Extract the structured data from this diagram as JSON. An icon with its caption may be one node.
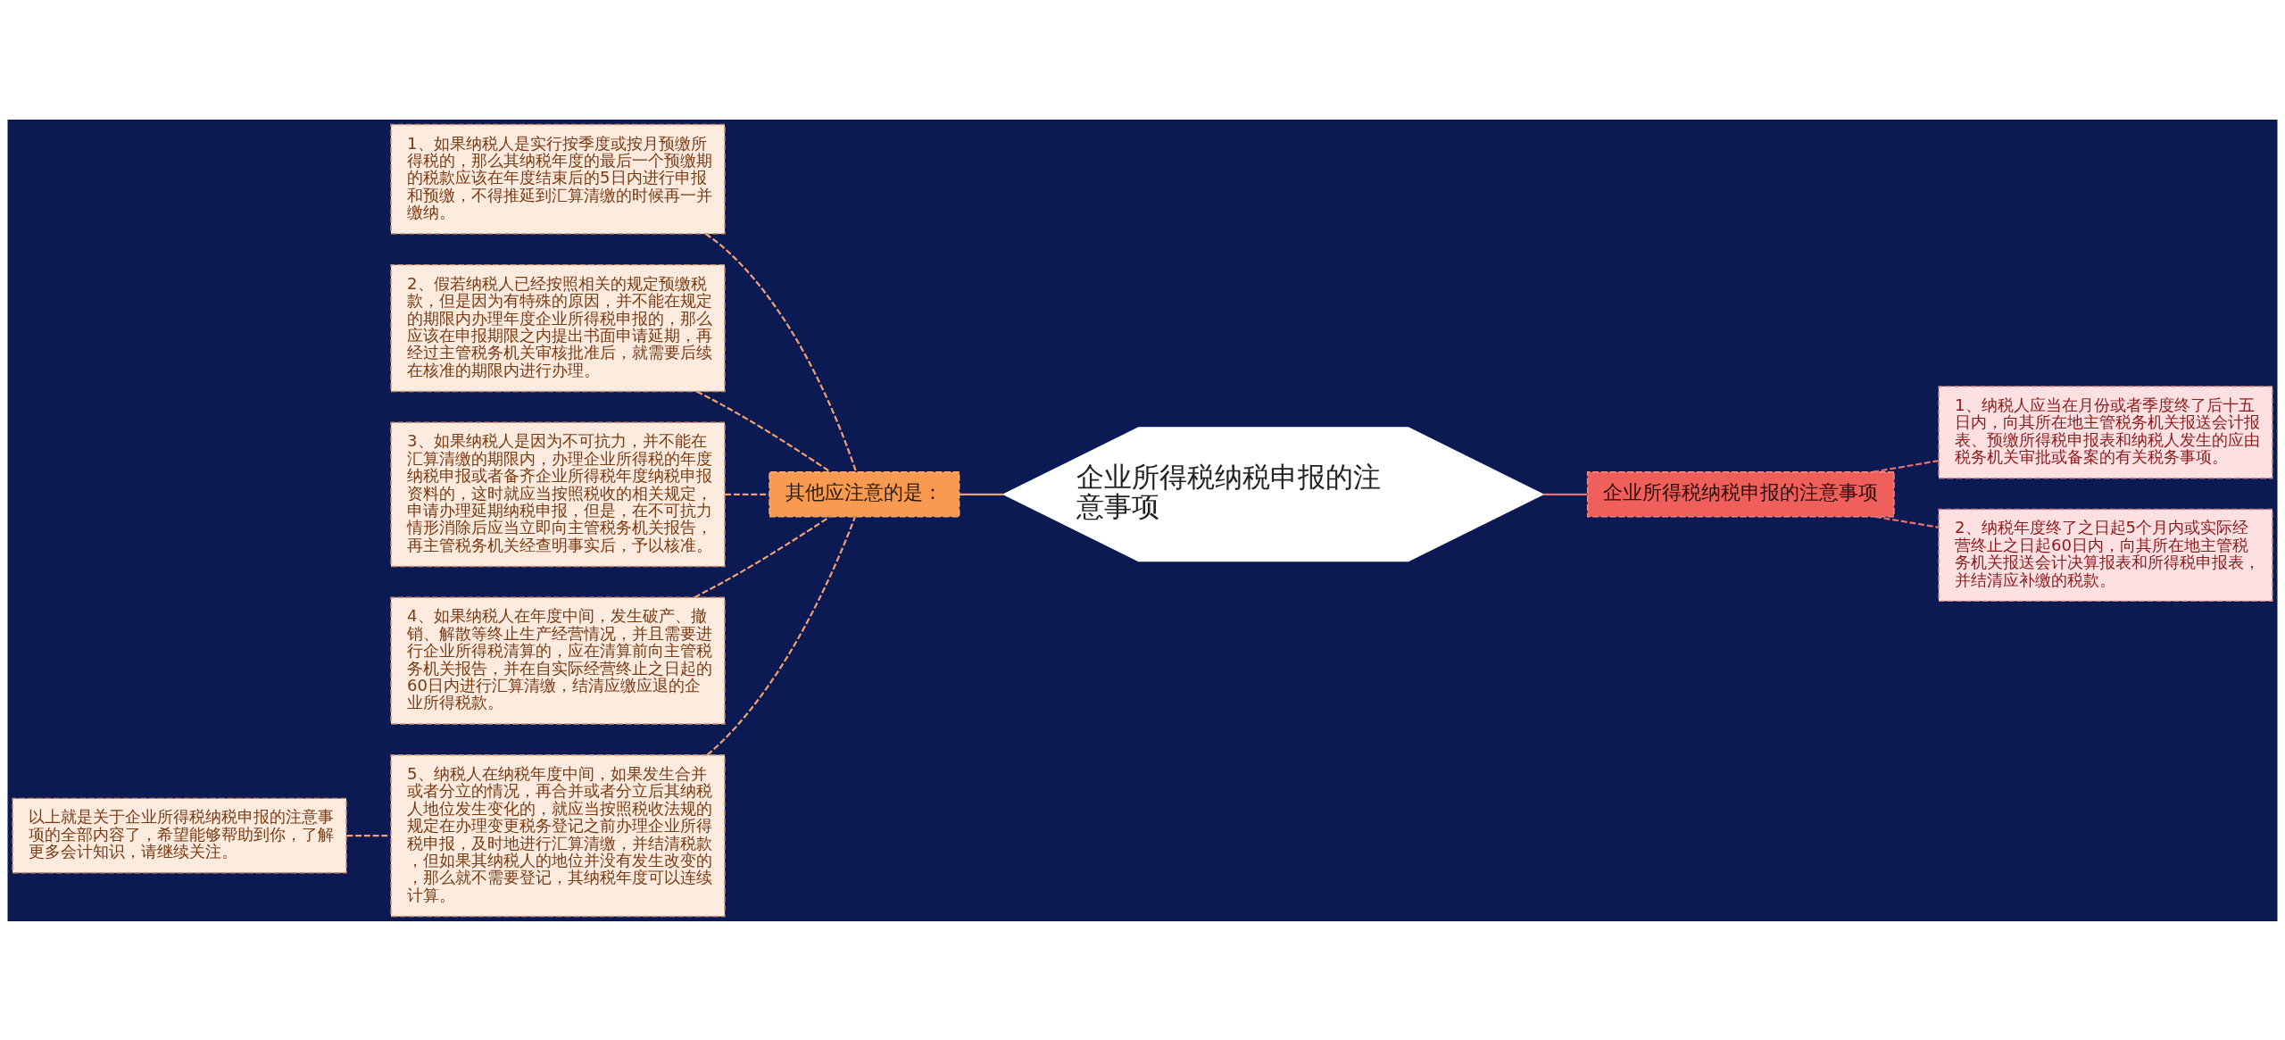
{
  "diagram": {
    "nodes": [
      {
        "text": [
          "企业所得税纳税申报的注意事项"
        ]
      },
      {
        "text": [
          "其他应注意的是："
        ]
      },
      {
        "text": [
          "1、如果纳税人是实行按季度或按月预缴所得税的，那么其纳税年度的最后一个预缴期的税款应该在年度结束后的5日内进行申报和预缴，不得推延到汇算清缴的时候再一并缴纳。"
        ]
      },
      {
        "text": [
          "2、假若纳税人已经按照相关的规定预缴税款，但是因为有特殊的原因，并不能在规定的期限内办理年度企业所得税申报的，那么应该在申报期限之内提出书面申请延期，再经过主管税务机关审核批准后，就需要后续在核准的期限内进行办理。"
        ]
      },
      {
        "text": [
          "3、如果纳税人是因为不可抗力，并不能在汇算清缴的期限内，办理企业所得税的年度纳税申报或者备齐企业所得税年度纳税申报资料的，这时就应当按照税收的相关规定，申请办理延期纳税申报，但是，在不可抗力情形消除后应当立即向主管税务机关报告，再主管税务机关经查明事实后，予以核准。"
        ]
      },
      {
        "text": [
          "4、如果纳税人在年度中间，发生破产、撤销、解散等终止生产经营情况，并且需要进行企业所得税清算的，应在清算前向主管税务机关报告，并在自实际经营终止之日起的60日内进行汇算清缴，结清应缴应退的企业所得税款。"
        ]
      },
      {
        "text": [
          "5、纳税人在纳税年度中间，如果发生合并或者分立的情况，再合并或者分立后其纳税人地位发生变化的，就应当按照税收法规的规定在办理变更税务登记之前办理企业所得税申报，及时地进行汇算清缴，并结清税款，但如果其纳税人的地位并没有发生改变的，那么就不需要登记，其纳税年度可以连续计算。"
        ]
      },
      {
        "text": [
          "以上就是关于企业所得税纳税申报的注意事项的全部内容了，希望能够帮助到你，了解更多会计知识，请继续关注。"
        ]
      },
      {
        "text": [
          "企业所得税纳税申报的注意事项"
        ]
      },
      {
        "text": [
          "1、纳税人应当在月份或者季度终了后十五日内，向其所在地主管税务机关报送会计报表、预缴所得税申报表和纳税人发生的应由税务机关审批或备案的有关税务事项。"
        ]
      },
      {
        "text": [
          "2、纳税年度终了之日起5个月内或实际经营终止之日起60日内，向其所在地主管税务机关报送会计决算报表和所得税申报表，并结清应补缴的税款。"
        ]
      }
    ],
    "edges": [
      {
        "from": 0,
        "to": 1,
        "arrow": "none"
      },
      {
        "from": 1,
        "to": 2,
        "arrow": "none",
        "style": "dashed"
      },
      {
        "from": 1,
        "to": 3,
        "arrow": "none",
        "style": "dashed"
      },
      {
        "from": 1,
        "to": 4,
        "arrow": "none",
        "style": "dashed"
      },
      {
        "from": 1,
        "to": 5,
        "arrow": "none",
        "style": "dashed"
      },
      {
        "from": 1,
        "to": 6,
        "arrow": "none",
        "style": "dashed"
      },
      {
        "from": 6,
        "to": 7,
        "arrow": "none",
        "style": "dashed"
      },
      {
        "from": 0,
        "to": 8,
        "arrow": "none",
        "color": "#e8706a"
      },
      {
        "from": 8,
        "to": 9,
        "arrow": "none",
        "style": "dashed",
        "color": "#e8706a"
      },
      {
        "from": 8,
        "to": 10,
        "arrow": "none",
        "style": "dashed",
        "color": "#e8706a"
      }
    ]
  }
}
